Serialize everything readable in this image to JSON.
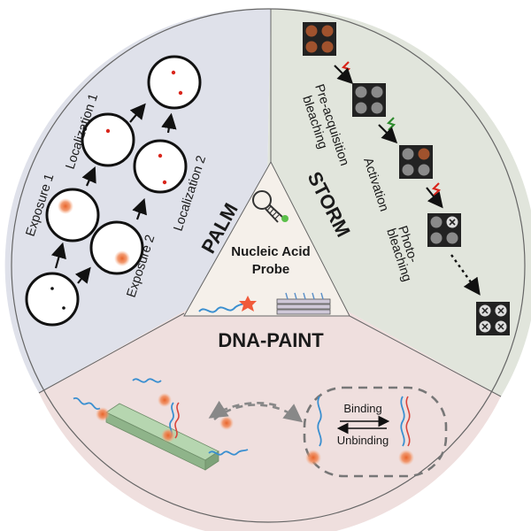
{
  "center": {
    "label_line1": "Nucleic Acid",
    "label_line2": "Probe"
  },
  "palm": {
    "title": "PALM",
    "exposure1": "Exposure 1",
    "localization1": "Localization 1",
    "exposure2": "Exposure 2",
    "localization2": "Localization 2"
  },
  "storm": {
    "title": "STORM",
    "preacq_line1": "Pre-acquisition",
    "preacq_line2": "bleaching",
    "activation": "Activation",
    "photo_line1": "Photo-",
    "photo_line2": "bleaching"
  },
  "paint": {
    "title": "DNA-PAINT",
    "binding": "Binding",
    "unbinding": "Unbinding"
  },
  "colors": {
    "palm_bg": "#dfe1ea",
    "storm_bg": "#e1e5dc",
    "paint_bg": "#efdfde",
    "center_bg": "#f5f0ea",
    "fluor": "#f08a5a",
    "red": "#d9261c",
    "green": "#2e8b2e",
    "strand_blue": "#3a8fd0",
    "strand_red": "#d8443b",
    "bar_green": "#9ec39a"
  }
}
